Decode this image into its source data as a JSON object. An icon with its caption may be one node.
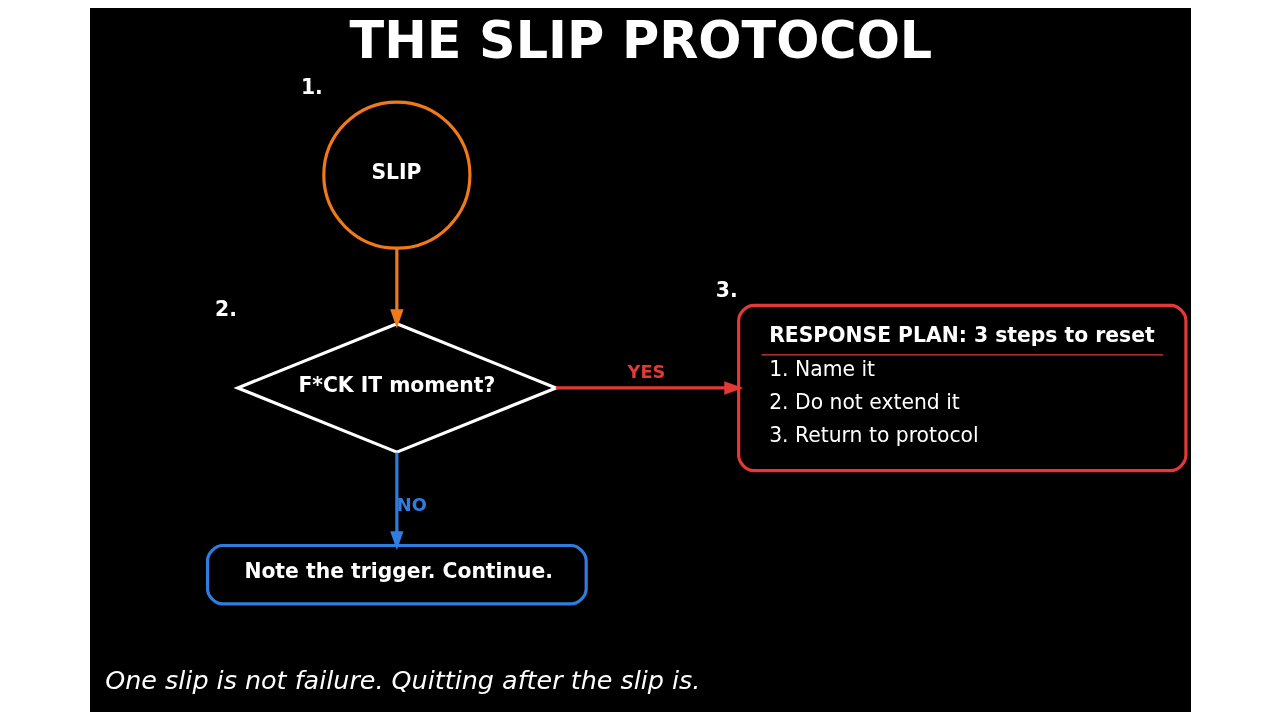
{
  "diagram": {
    "title": "THE SLIP PROTOCOL",
    "caption": "One slip is not failure. Quitting after the slip is.",
    "nodes": [
      {
        "text": [
          "SLIP"
        ],
        "beside": [
          "1."
        ]
      },
      {
        "text": [
          "F*CK IT moment?"
        ],
        "beside": [
          "2."
        ]
      },
      {
        "text": [
          "RESPONSE PLAN: 3 steps to reset",
          "1. Name it",
          "2. Do not extend it",
          "3. Return to protocol"
        ],
        "beside": [
          "3."
        ]
      },
      {
        "text": [
          "Note the trigger. Continue."
        ]
      }
    ],
    "edges": [
      {
        "from": 0,
        "to": 1,
        "arrow": "to",
        "color": "#f07a1a"
      },
      {
        "from": 1,
        "to": 2,
        "arrow": "to",
        "label": "YES",
        "color": "#e53935"
      },
      {
        "from": 1,
        "to": 3,
        "arrow": "to",
        "label": "NO",
        "color": "#2f7de1"
      }
    ]
  }
}
